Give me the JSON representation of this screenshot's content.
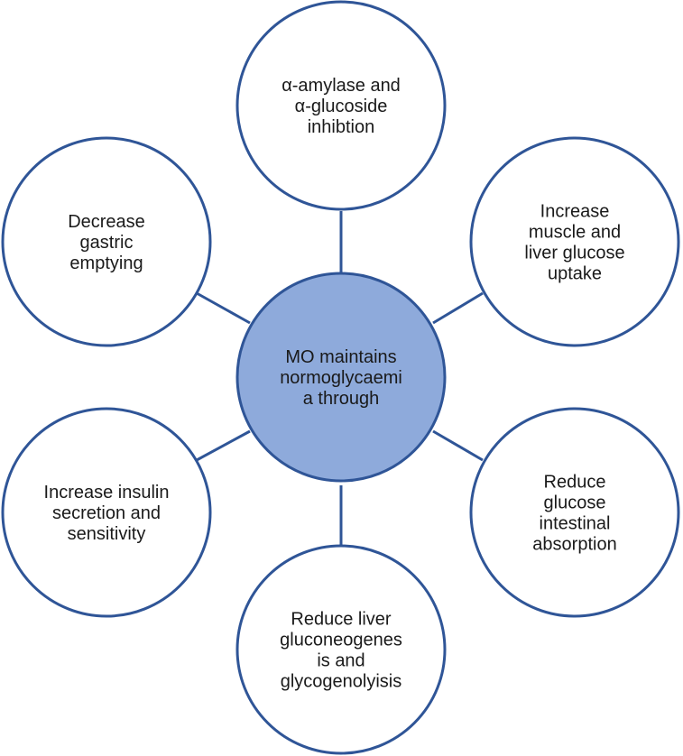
{
  "colors": {
    "outline": "#2f5597",
    "center_fill": "#8eaadb",
    "node_fill": "#ffffff",
    "connector": "#2f5597"
  },
  "center": {
    "lines": [
      "MO maintains",
      "normoglycaemi",
      "a through"
    ]
  },
  "nodes": [
    {
      "lines": [
        "α-amylase and",
        "α-glucoside",
        "inhibtion"
      ]
    },
    {
      "lines": [
        "Increase",
        "muscle and",
        "liver glucose",
        "uptake"
      ]
    },
    {
      "lines": [
        "Reduce",
        "glucose",
        "intestinal",
        "absorption"
      ]
    },
    {
      "lines": [
        "Reduce liver",
        "gluconeogenes",
        "is and",
        "glycogenolyisis"
      ]
    },
    {
      "lines": [
        "Increase insulin",
        "secretion and",
        "sensitivity"
      ]
    },
    {
      "lines": [
        "Decrease",
        "gastric",
        "emptying"
      ]
    }
  ]
}
